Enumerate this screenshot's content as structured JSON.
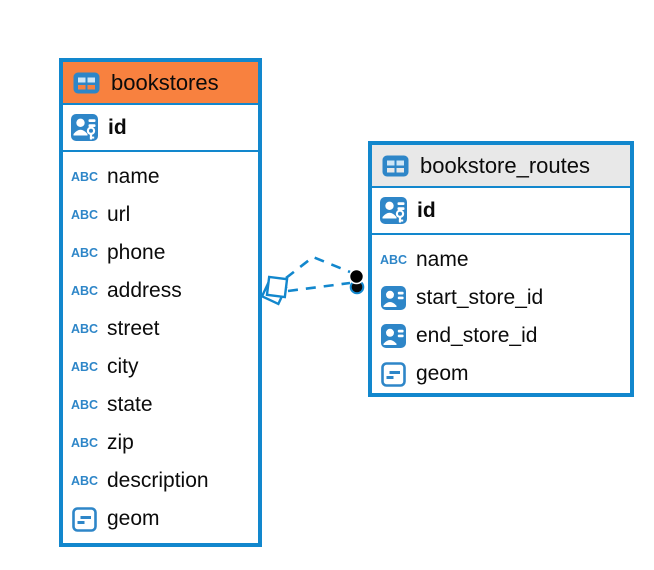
{
  "colors": {
    "table_border": "#1287CD",
    "icon_blue": "#2E86C8",
    "bookstores_header": "#F8813F",
    "routes_header": "#E8E8E8",
    "connector": "#1287CD"
  },
  "tables": [
    {
      "name": "bookstores",
      "header_color": "#F8813F",
      "columns": [
        {
          "name": "id",
          "type_icon": "primary-key",
          "primary": true
        },
        {
          "name": "name",
          "type_icon": "text"
        },
        {
          "name": "url",
          "type_icon": "text"
        },
        {
          "name": "phone",
          "type_icon": "text"
        },
        {
          "name": "address",
          "type_icon": "text"
        },
        {
          "name": "street",
          "type_icon": "text"
        },
        {
          "name": "city",
          "type_icon": "text"
        },
        {
          "name": "state",
          "type_icon": "text"
        },
        {
          "name": "zip",
          "type_icon": "text"
        },
        {
          "name": "description",
          "type_icon": "text"
        },
        {
          "name": "geom",
          "type_icon": "geometry"
        }
      ]
    },
    {
      "name": "bookstore_routes",
      "header_color": "#E8E8E8",
      "columns": [
        {
          "name": "id",
          "type_icon": "primary-key",
          "primary": true
        },
        {
          "name": "name",
          "type_icon": "text"
        },
        {
          "name": "start_store_id",
          "type_icon": "reference"
        },
        {
          "name": "end_store_id",
          "type_icon": "reference"
        },
        {
          "name": "geom",
          "type_icon": "geometry"
        }
      ]
    }
  ],
  "relations": [
    {
      "from_column": "start_store_id",
      "to_table": "bookstores",
      "to_column": "id"
    },
    {
      "from_column": "end_store_id",
      "to_table": "bookstores",
      "to_column": "id"
    }
  ]
}
